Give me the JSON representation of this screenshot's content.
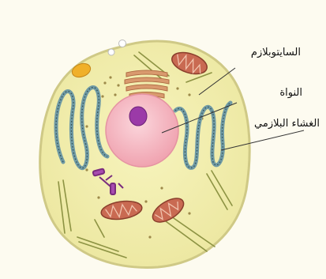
{
  "labels": {
    "cytoplasm": "السايتوبلازم",
    "nucleus": "النواة",
    "plasma_membrane": "الغشاء البلازمي"
  },
  "colors": {
    "cytoplasm_fill": "#f2efaa",
    "membrane_outline": "#c9c47a",
    "nucleus_fill": "#f5b8c2",
    "nucleolus_fill": "#9b3aa8",
    "mitochondria_fill": "#c96a52",
    "er_stroke": "#7fa0a8",
    "golgi_fill": "#d99a6e",
    "vacuole_fill": "#f0b02a",
    "filament_stroke": "#8a8f3c"
  }
}
